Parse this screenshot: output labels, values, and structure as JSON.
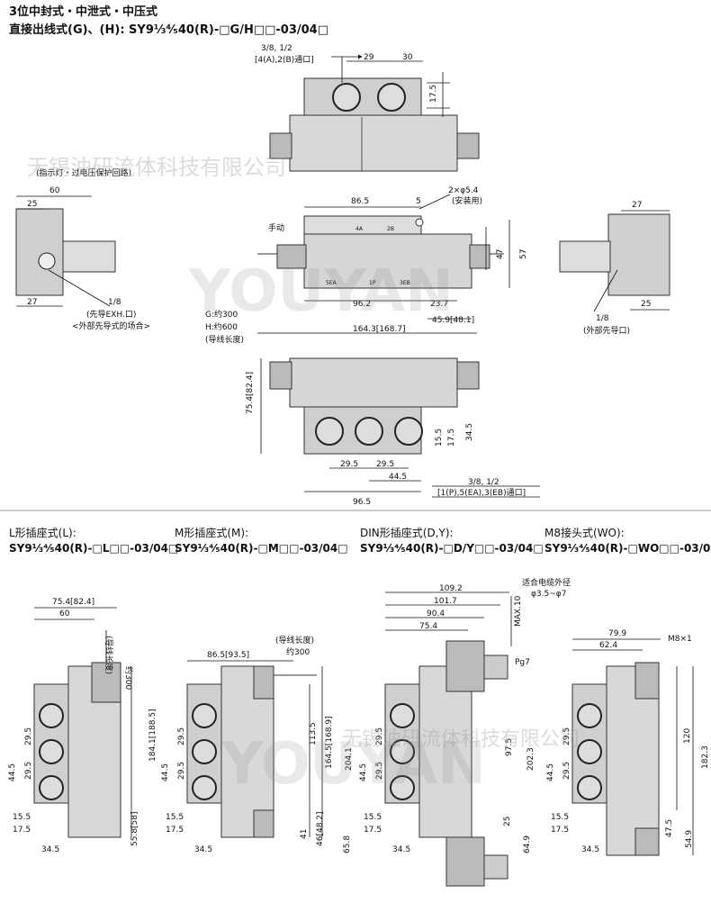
{
  "top": {
    "title": "3位中封式・中泄式・中压式",
    "model_line": "直接出线式(G)、(H): SY9⅓⁴⁄₅40(R)-□G/H□□-03/04□"
  },
  "top_dims": {
    "port_top": "3/8, 1/2",
    "port_top_note": "[4(A),2(B)通口]",
    "d29": "29",
    "d30": "30",
    "d17_5": "17.5",
    "indicator": "(指示灯・过电压保护回路)",
    "d60": "60",
    "d25": "25",
    "d27": "27",
    "p18": "1/8",
    "pilot_exh": "(先导EXH.口)",
    "ext_pilot": "<外部先导式的场合>",
    "d86_5": "86.5",
    "d5": "5",
    "mount": "2×φ5.4",
    "mount_note": "(安装用)",
    "manual": "手动",
    "d47": "47",
    "d57": "57",
    "d96_2": "96.2",
    "d23_7": "23.7",
    "d45_9": "45.9[48.1]",
    "d164_3": "164.3[168.7]",
    "lead_g": "G:约300",
    "lead_h": "H:约600",
    "lead_len": "(导线长度)",
    "r_d27": "27",
    "r_d25": "25",
    "r_p18": "1/8",
    "r_ext": "(外部先导口)",
    "d75_4": "75.4[82.4]",
    "d15_5": "15.5",
    "d17_5b": "17.5",
    "d34_5": "34.5",
    "d29_5a": "29.5",
    "d29_5b": "29.5",
    "d44_5": "44.5",
    "d96_5": "96.5",
    "port_bot": "3/8, 1/2",
    "port_bot_note": "[1(P),5(EA),3(EB)通口]",
    "lbl_4a": "4A",
    "lbl_2b": "2B",
    "lbl_5ea": "5EA",
    "lbl_1p": "1P",
    "lbl_3eb": "3EB"
  },
  "sections": [
    {
      "title": "L形插座式(L):",
      "model": "SY9⅓⁴⁄₅40(R)-□L□□-03/04□"
    },
    {
      "title": "M形插座式(M):",
      "model": "SY9⅓⁴⁄₅40(R)-□M□□-03/04□"
    },
    {
      "title": "DIN形插座式(D,Y):",
      "model": "SY9⅓⁴⁄₅40(R)-□D/Y□□-03/04□"
    },
    {
      "title": "M8接头式(WO):",
      "model": "SY9⅓⁴⁄₅40(R)-□WO□□-03/04□"
    }
  ],
  "L": {
    "d75": "75.4[82.4]",
    "d60": "60",
    "lead": "约300",
    "lead_note": "(导线长度)",
    "d29_5a": "29.5",
    "d29_5b": "29.5",
    "d44_5": "44.5",
    "d15_5": "15.5",
    "d17_5": "17.5",
    "d34_5": "34.5",
    "d184": "184.1[188.5]",
    "d55": "55.8[58]"
  },
  "M": {
    "d86": "86.5[93.5]",
    "lead_note": "(导线长度)",
    "lead": "约300",
    "d29_5a": "29.5",
    "d29_5b": "29.5",
    "d44_5": "44.5",
    "d15_5": "15.5",
    "d17_5": "17.5",
    "d34_5": "34.5",
    "d113": "113.5",
    "d164": "164.5[168.9]",
    "d41": "41",
    "d46": "46[48.2]"
  },
  "D": {
    "cable": "适合电缆外径",
    "cable_d": "φ3.5~φ7",
    "max10": "MAX.10",
    "pg7": "Pg7",
    "d109": "109.2",
    "d101": "101.7",
    "d90": "90.4",
    "d75": "75.4",
    "d29_5a": "29.5",
    "d29_5b": "29.5",
    "d44_5": "44.5",
    "d15_5": "15.5",
    "d17_5": "17.5",
    "d34_5": "34.5",
    "d204": "204.1",
    "d97": "97.5",
    "d202": "202.3",
    "d25": "25",
    "d65": "65.8",
    "d64": "64.9"
  },
  "W": {
    "d79": "79.9",
    "d62": "62.4",
    "m8": "M8×1",
    "d29_5a": "29.5",
    "d29_5b": "29.5",
    "d44_5": "44.5",
    "d15_5": "15.5",
    "d17_5": "17.5",
    "d34_5": "34.5",
    "d120": "120",
    "d182": "182.3",
    "d47": "47.5",
    "d54": "54.9"
  },
  "watermark": {
    "cn": "无锡油研流体科技有限公司",
    "en": "YOUYAN"
  }
}
